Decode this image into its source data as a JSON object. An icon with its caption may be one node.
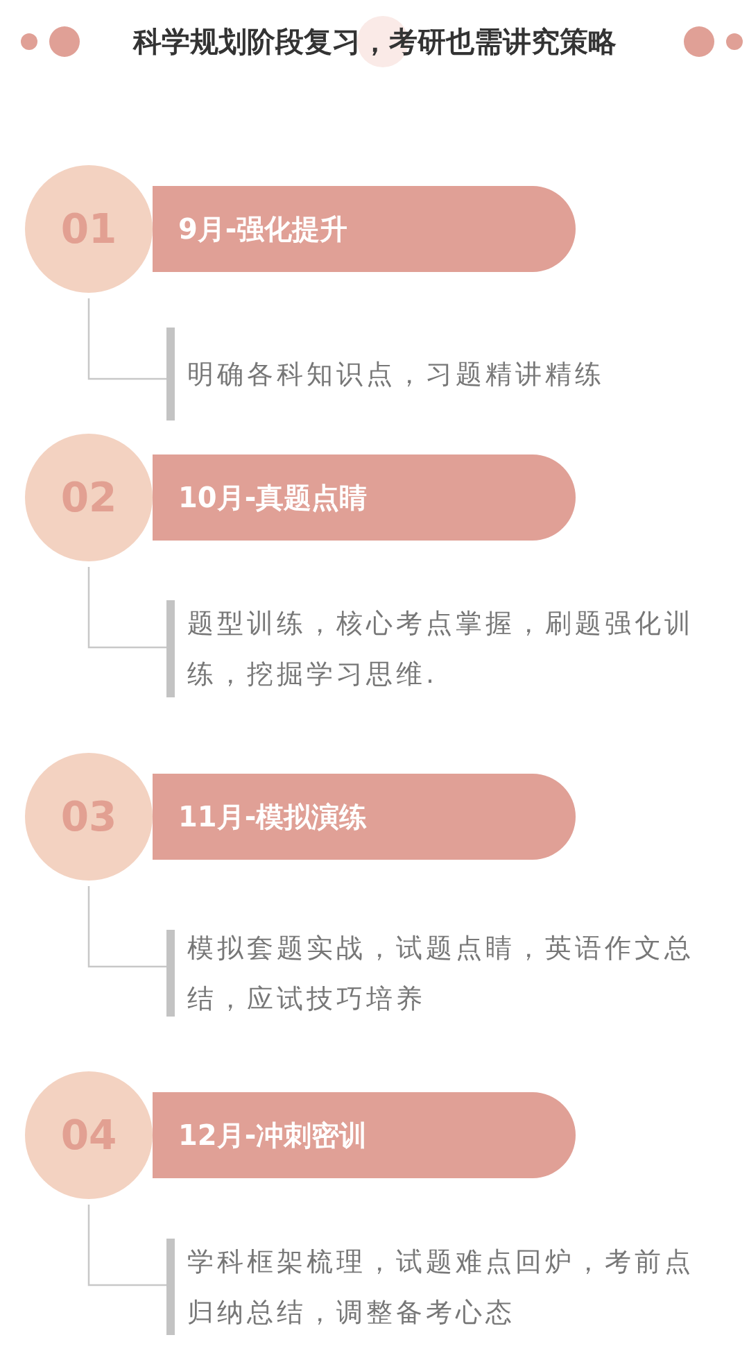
{
  "diagram": {
    "title": "科学规划阶段复习，考研也需讲究策略",
    "nodes": [
      {
        "text": [
          "01"
        ]
      },
      {
        "text": [
          "9月-强化提升"
        ]
      },
      {
        "text": [
          "明确各科知识点，习题精讲精练"
        ]
      },
      {
        "text": [
          "02"
        ]
      },
      {
        "text": [
          "10月-真题点睛"
        ]
      },
      {
        "text": [
          "题型训练，核心考点掌握，刷题强化训练，挖掘学习思维."
        ]
      },
      {
        "text": [
          "03"
        ]
      },
      {
        "text": [
          "11月-模拟演练"
        ]
      },
      {
        "text": [
          "模拟套题实战，试题点睛，英语作文总结，应试技巧培养"
        ]
      },
      {
        "text": [
          "04"
        ]
      },
      {
        "text": [
          "12月-冲刺密训"
        ]
      },
      {
        "text": [
          "学科框架梳理，试题难点回炉，考前点归纳总结，调整备考心态"
        ]
      }
    ],
    "edges": [
      {
        "from": 0,
        "to": 2,
        "arrow": "none"
      },
      {
        "from": 3,
        "to": 5,
        "arrow": "none"
      },
      {
        "from": 6,
        "to": 8,
        "arrow": "none"
      },
      {
        "from": 9,
        "to": 11,
        "arrow": "none"
      }
    ]
  }
}
